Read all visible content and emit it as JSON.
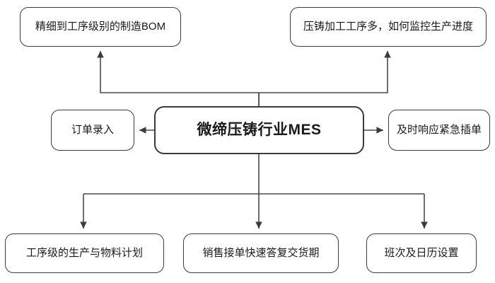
{
  "diagram": {
    "title_node": {
      "id": "center",
      "label": "微缔压铸行业MES"
    },
    "nodes": [
      {
        "id": "bom",
        "label": "精细到工序级别的制造BOM",
        "row": "top",
        "position": "top-left"
      },
      {
        "id": "progress",
        "label": "压铸加工工序多，如何监控生产进度",
        "row": "top",
        "position": "top-right"
      },
      {
        "id": "order",
        "label": "订单录入",
        "row": "middle",
        "position": "left"
      },
      {
        "id": "urgent",
        "label": "及时响应紧急插单",
        "row": "middle",
        "position": "right"
      },
      {
        "id": "plan",
        "label": "工序级的生产与物料计划",
        "row": "bottom",
        "position": "bottom-left"
      },
      {
        "id": "sales",
        "label": "销售接单快速答复交货期",
        "row": "bottom",
        "position": "bottom-center"
      },
      {
        "id": "shift",
        "label": "班次及日历设置",
        "row": "bottom",
        "position": "bottom-right"
      }
    ],
    "edges": [
      {
        "from": "center",
        "to": "bom",
        "style": "elbow-up",
        "arrow": "to"
      },
      {
        "from": "center",
        "to": "progress",
        "style": "elbow-up",
        "arrow": "to"
      },
      {
        "from": "center",
        "to": "order",
        "style": "straight",
        "arrow": "to"
      },
      {
        "from": "center",
        "to": "urgent",
        "style": "straight",
        "arrow": "to"
      },
      {
        "from": "center",
        "to": "plan",
        "style": "elbow-down",
        "arrow": "to"
      },
      {
        "from": "center",
        "to": "sales",
        "style": "straight",
        "arrow": "to"
      },
      {
        "from": "center",
        "to": "shift",
        "style": "elbow-down",
        "arrow": "to"
      }
    ],
    "colors": {
      "background": "#ffffff",
      "node_fill": "#ffffff",
      "node_border": "#3a3a3a",
      "edge": "#4a4a4a",
      "text": "#1a1a1a"
    }
  }
}
